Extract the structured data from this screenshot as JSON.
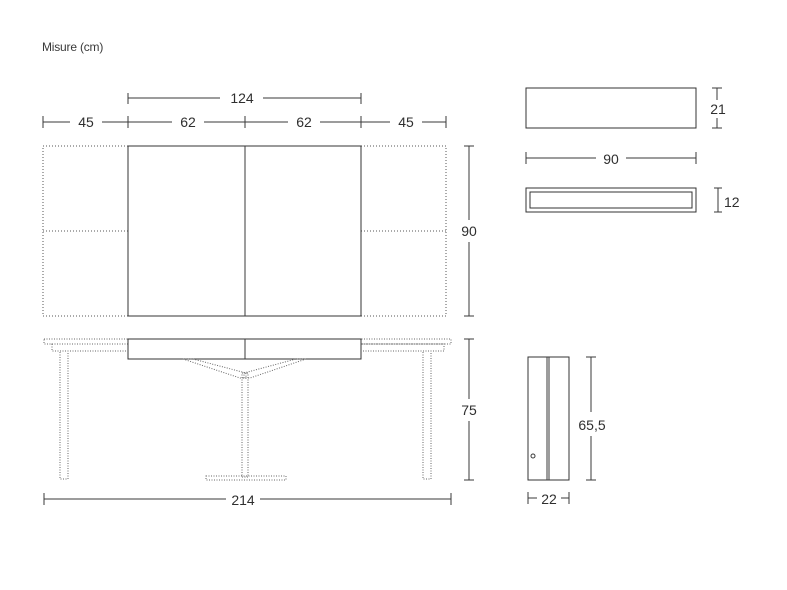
{
  "caption": "Misure (cm)",
  "dimensions": {
    "top_total_closed": "124",
    "left_wing": "45",
    "left_panel": "62",
    "right_panel": "62",
    "right_wing": "45",
    "depth": "90",
    "height": "75",
    "total_open": "214",
    "box_height": "21",
    "box_length": "90",
    "box_depth": "12",
    "side_height": "65,5",
    "side_width": "22"
  }
}
